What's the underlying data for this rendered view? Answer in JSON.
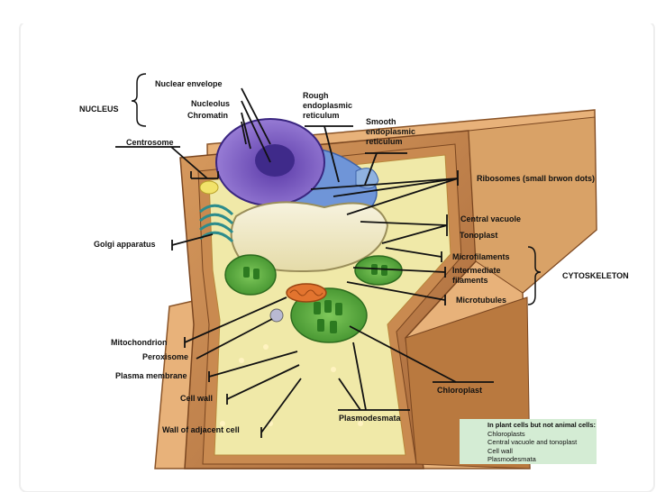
{
  "labels": {
    "nuclear_envelope": "Nuclear envelope",
    "nucleus": "NUCLEUS",
    "nucleolus": "Nucleolus",
    "chromatin": "Chromatin",
    "rough_er": "Rough endoplasmic reticulum",
    "smooth_er": "Smooth endoplasmic reticulum",
    "centrosome": "Centrosome",
    "ribosomes": "Ribosomes (small brwon dots)",
    "central_vacuole": "Central vacuole",
    "tonoplast": "Tonoplast",
    "golgi": "Golgi apparatus",
    "microfilaments": "Microfilaments",
    "intermediate_filaments": "Intermediate filaments",
    "cytoskeleton": "CYTOSKELETON",
    "microtubules": "Microtubules",
    "mitochondrion": "Mitochondrion",
    "peroxisome": "Peroxisome",
    "plasma_membrane": "Plasma membrane",
    "chloroplast": "Chloroplast",
    "cell_wall": "Cell wall",
    "plasmodesmata": "Plasmodesmata",
    "wall_adjacent": "Wall of adjacent cell"
  },
  "note": {
    "heading": "In plant cells but not animal cells:",
    "items": [
      "Chloroplasts",
      "Central vacuole and tonoplast",
      "Cell wall",
      "Plasmodesmata"
    ]
  }
}
